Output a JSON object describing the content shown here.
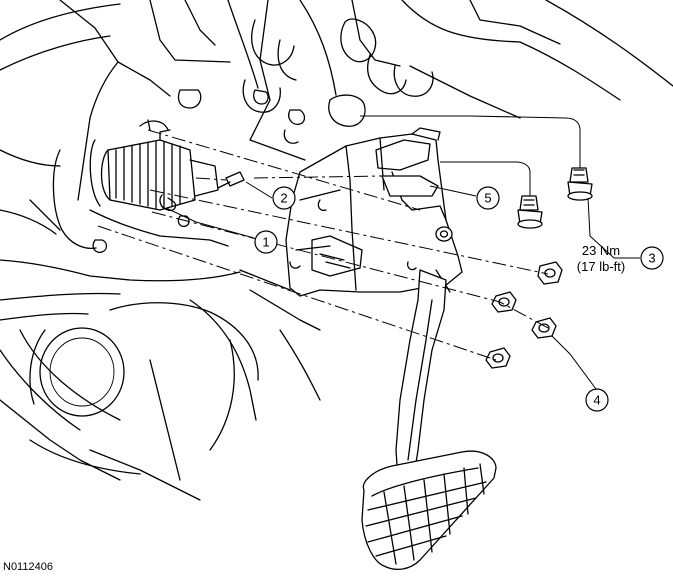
{
  "figure_id": "N0112406",
  "callouts": [
    {
      "label": "1"
    },
    {
      "label": "2"
    },
    {
      "label": "3"
    },
    {
      "label": "4"
    },
    {
      "label": "5"
    }
  ],
  "torque_spec": {
    "metric": "23 Nm",
    "imperial": "(17 lb-ft)"
  }
}
